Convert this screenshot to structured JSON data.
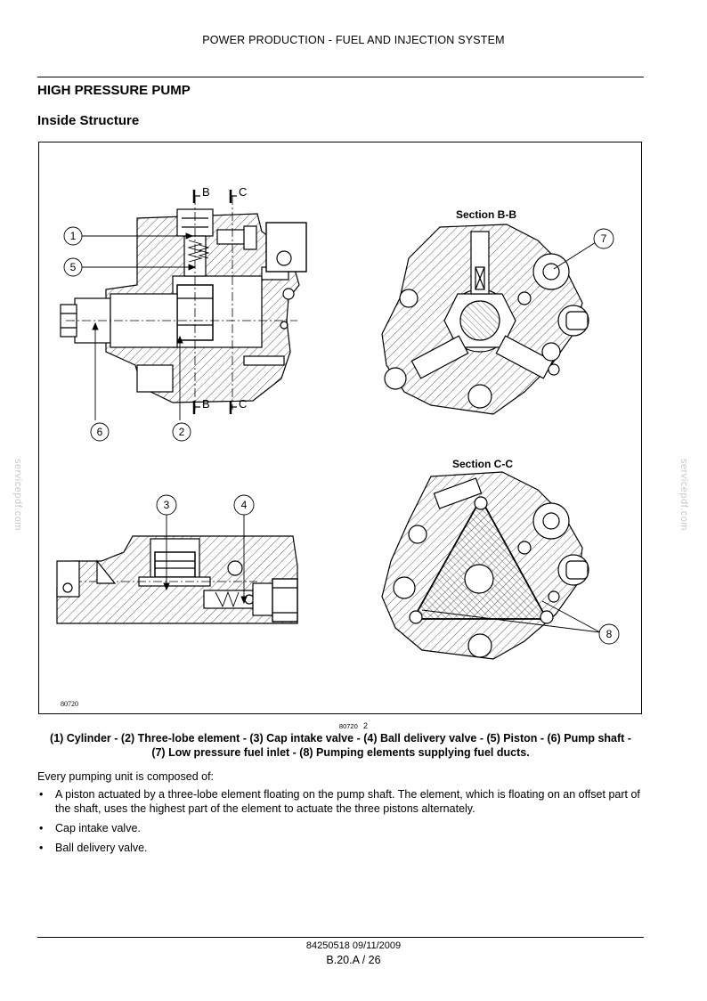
{
  "header": {
    "title": "POWER PRODUCTION - FUEL AND INJECTION SYSTEM"
  },
  "section_title": "HIGH PRESSURE PUMP",
  "subsection_title": "Inside Structure",
  "figure": {
    "section_bb": "Section B-B",
    "section_cc": "Section C-C",
    "cut_b": "B",
    "cut_c": "C",
    "callouts": [
      "1",
      "2",
      "3",
      "4",
      "5",
      "6",
      "7",
      "8"
    ],
    "inner_code": "80720"
  },
  "figure_ref": {
    "code": "80720",
    "number": "2"
  },
  "caption": {
    "line1": "(1) Cylinder - (2) Three-lobe element - (3) Cap intake valve - (4) Ball delivery valve - (5) Piston - (6) Pump shaft -",
    "line2": "(7) Low pressure fuel inlet - (8) Pumping elements supplying fuel ducts."
  },
  "intro": "Every pumping unit is composed of:",
  "bullets": [
    "A piston actuated by a three-lobe element floating on the pump shaft. The element, which is floating on an offset part of the shaft, uses the highest part of the element to actuate the three pistons alternately.",
    "Cap intake valve.",
    "Ball delivery valve."
  ],
  "bullet_symbol": "•",
  "watermark": "servicepdf.com",
  "footer": {
    "doc": "84250518 09/11/2009",
    "page": "B.20.A / 26"
  }
}
